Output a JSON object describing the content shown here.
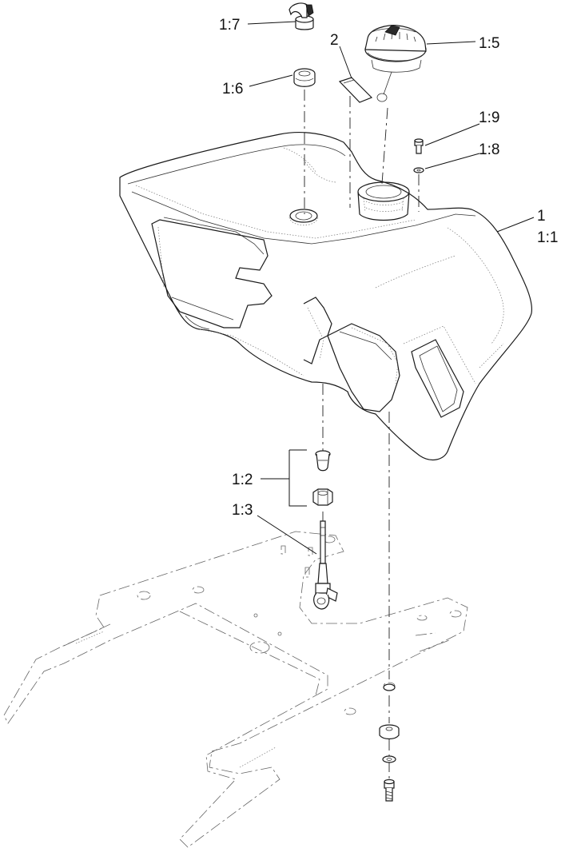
{
  "diagram": {
    "callouts": [
      {
        "id": "c17",
        "text": "1:7"
      },
      {
        "id": "c2",
        "text": "2"
      },
      {
        "id": "c15",
        "text": "1:5"
      },
      {
        "id": "c16",
        "text": "1:6"
      },
      {
        "id": "c19",
        "text": "1:9"
      },
      {
        "id": "c18",
        "text": "1:8"
      },
      {
        "id": "c1",
        "text": "1"
      },
      {
        "id": "c11",
        "text": "1:1"
      },
      {
        "id": "c12",
        "text": "1:2"
      },
      {
        "id": "c13",
        "text": "1:3"
      }
    ]
  }
}
